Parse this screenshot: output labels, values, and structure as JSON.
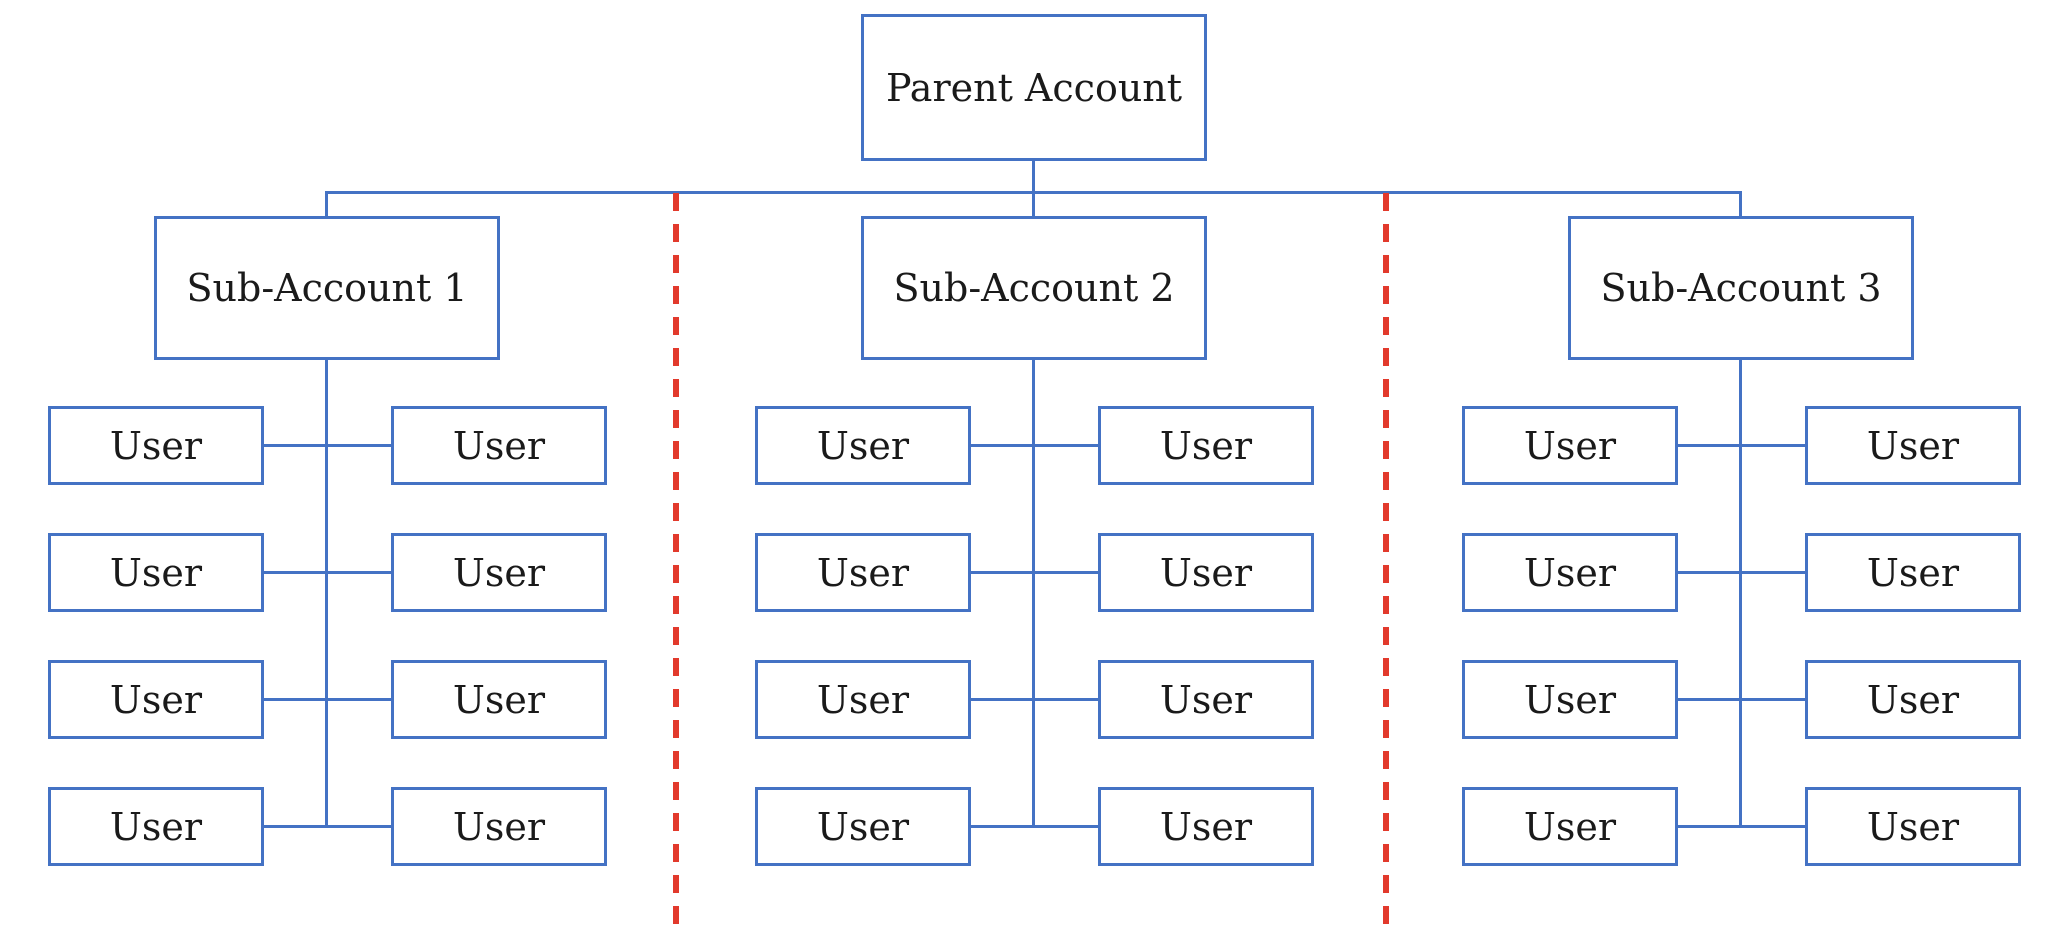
{
  "diagram": {
    "parent": {
      "label": "Parent Account"
    },
    "groups": [
      {
        "label": "Sub-Account 1",
        "users": [
          "User",
          "User",
          "User",
          "User",
          "User",
          "User",
          "User",
          "User"
        ]
      },
      {
        "label": "Sub-Account 2",
        "users": [
          "User",
          "User",
          "User",
          "User",
          "User",
          "User",
          "User",
          "User"
        ]
      },
      {
        "label": "Sub-Account 3",
        "users": [
          "User",
          "User",
          "User",
          "User",
          "User",
          "User",
          "User",
          "User"
        ]
      }
    ],
    "colors": {
      "box_border": "#4472c4",
      "connector": "#4472c4",
      "divider": "#e23a2c",
      "text": "#1a1a1a",
      "background": "#ffffff"
    }
  }
}
